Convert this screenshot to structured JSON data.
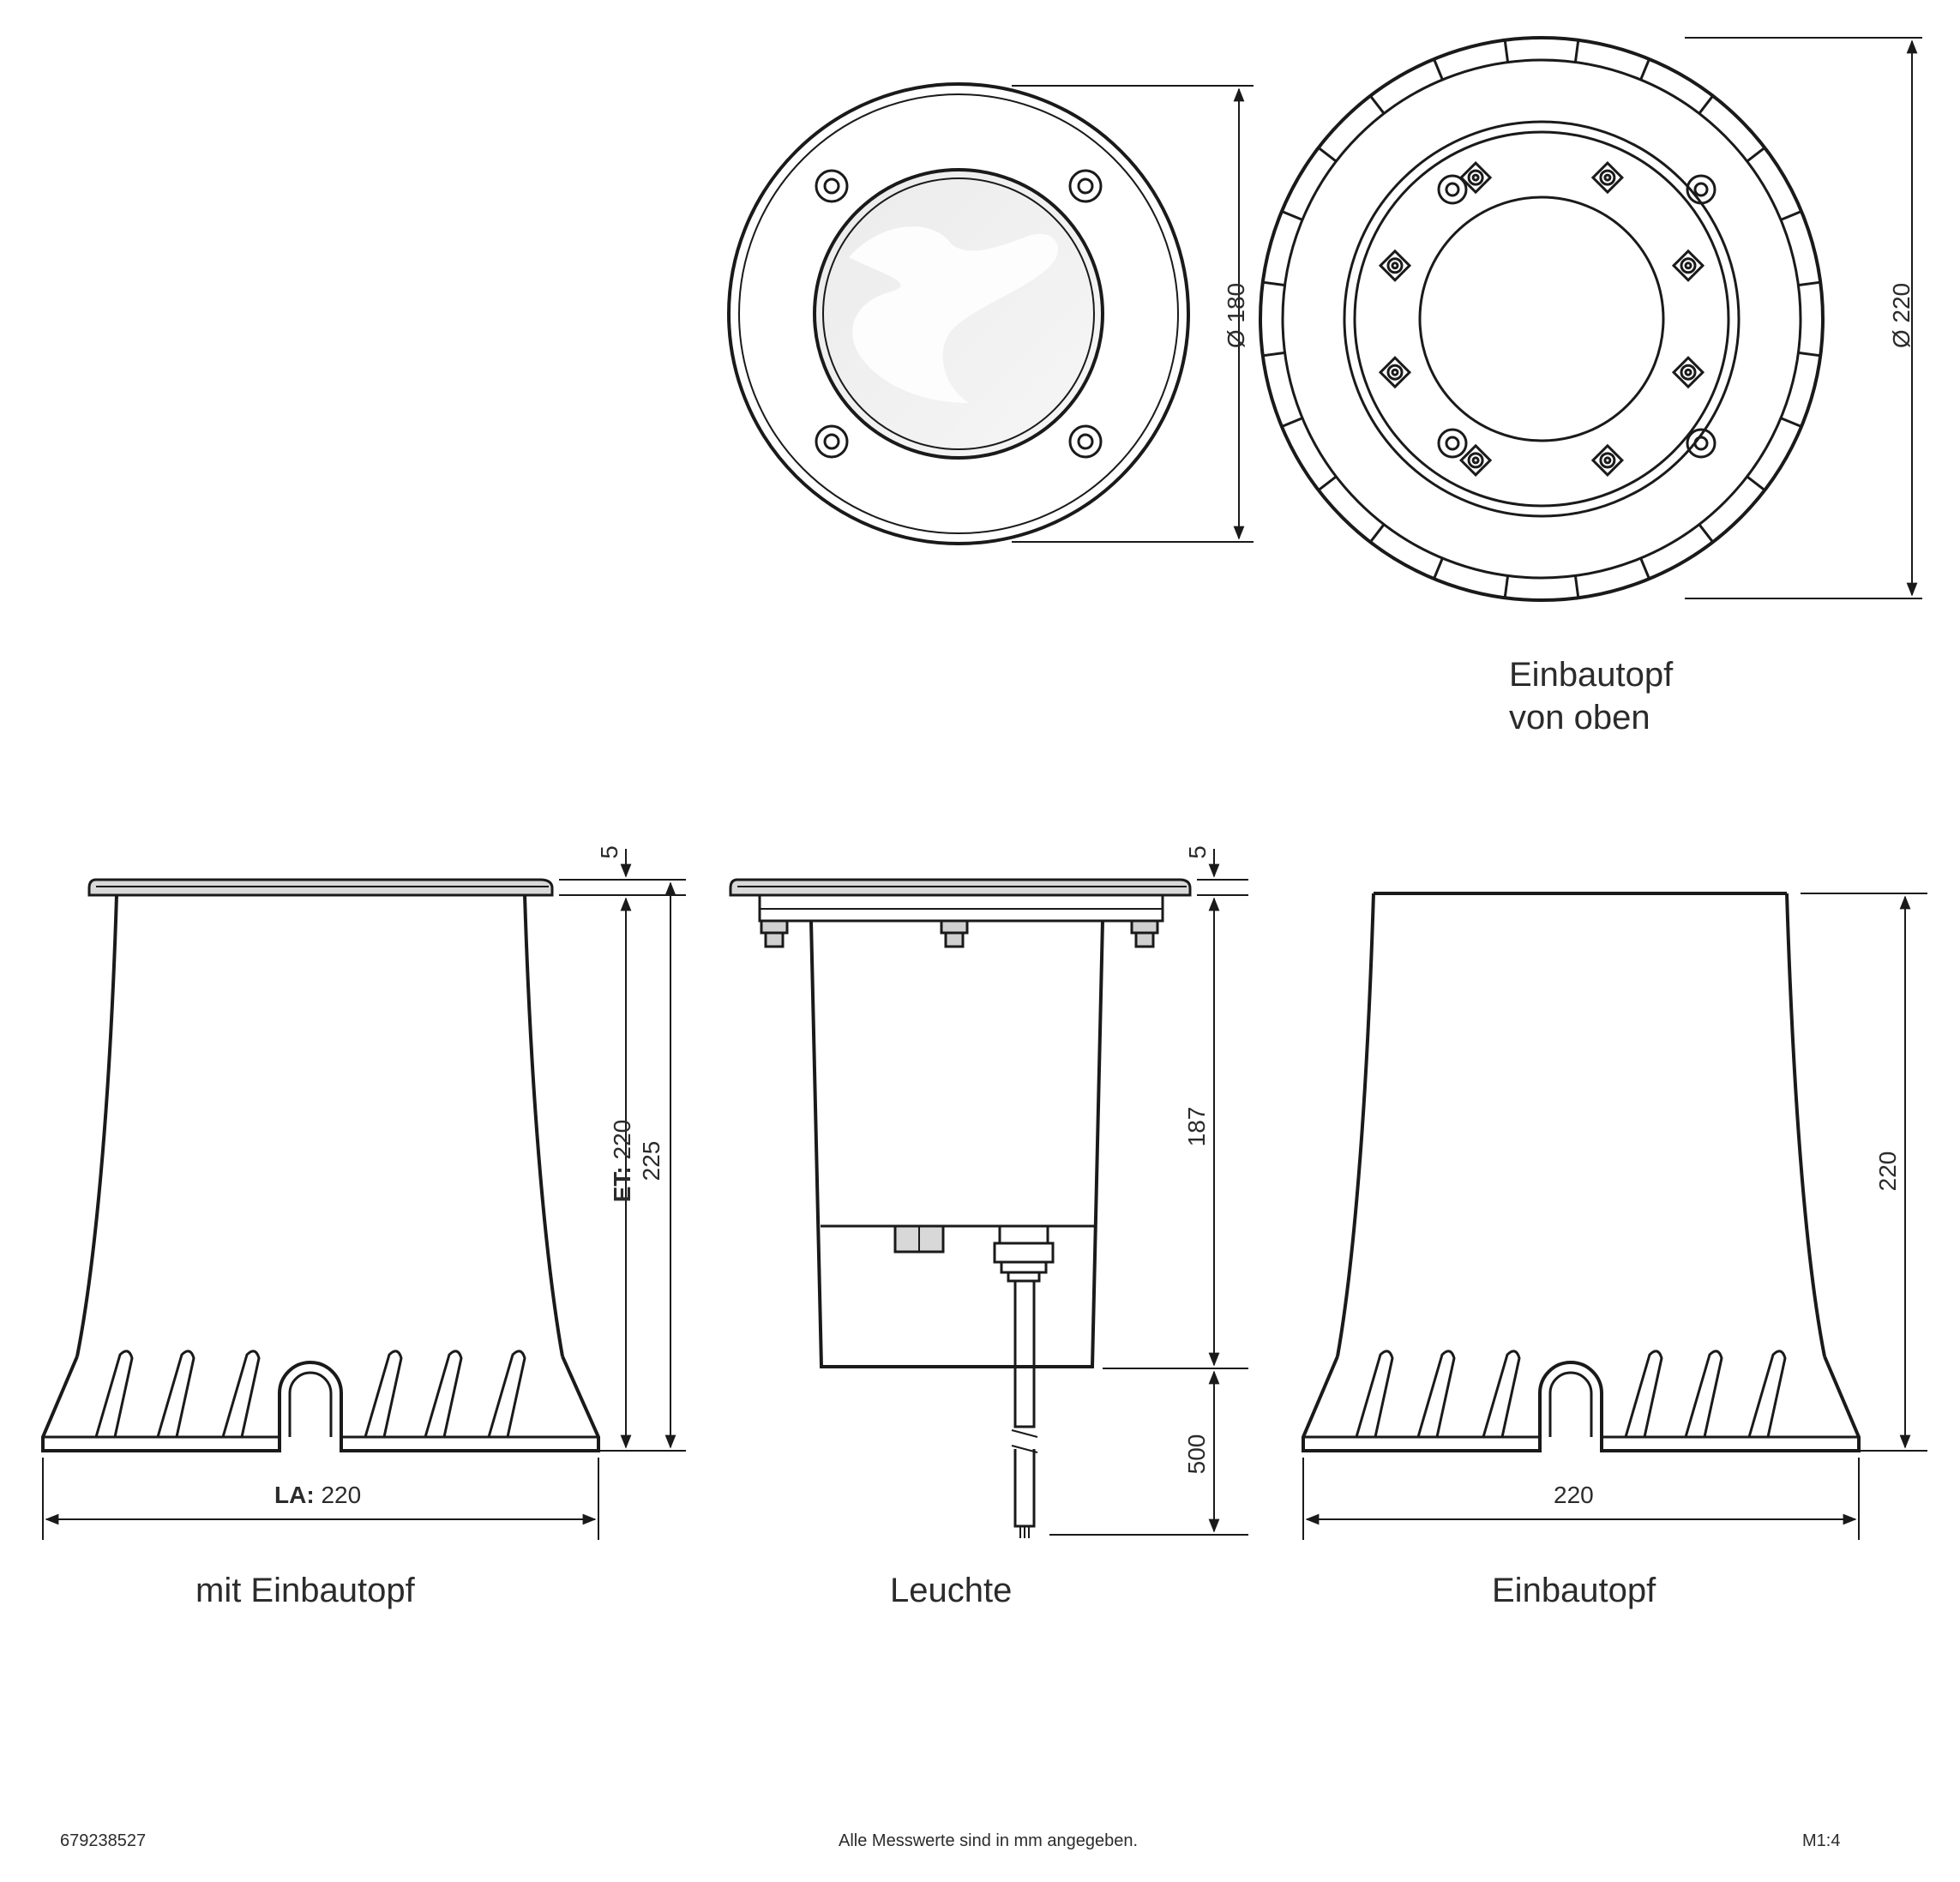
{
  "dims": {
    "top_light_diameter": "Ø 180",
    "top_pot_diameter": "Ø 220",
    "gap_left": "5",
    "gap_mid": "5",
    "et_prefix": "ET:",
    "et_value": "220",
    "total_height": "225",
    "la_prefix": "LA:",
    "la_value": "220",
    "light_height": "187",
    "cable_length": "500",
    "pot_height": "220",
    "pot_width": "220"
  },
  "captions": {
    "top_pot_line1": "Einbautopf",
    "top_pot_line2": "von oben",
    "with_pot": "mit Einbautopf",
    "light": "Leuchte",
    "pot": "Einbautopf"
  },
  "footer": {
    "article_number": "679238527",
    "note": "Alle Messwerte sind in mm angegeben.",
    "scale": "M1:4"
  }
}
